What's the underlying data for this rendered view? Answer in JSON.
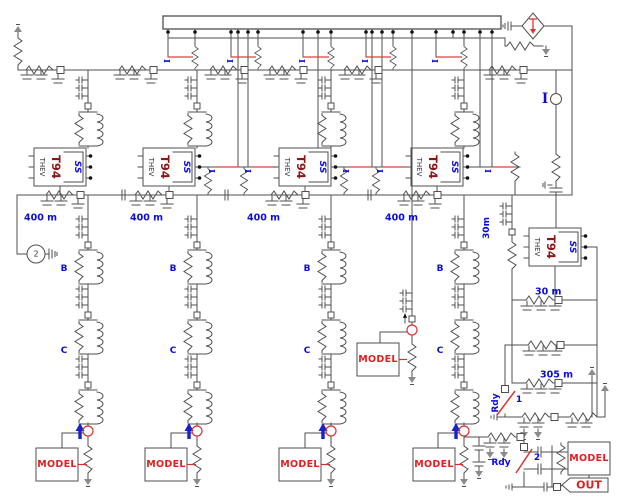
{
  "schematic": {
    "title_hint": "power-system transient circuit",
    "labels": {
      "current_probe": "I",
      "phase_b": "B",
      "phase_c": "C",
      "length_400": "400 m",
      "length_30_vertical": "30m",
      "length_30": "30 m",
      "length_305": "305 m",
      "model": "MODEL",
      "out": "OUT",
      "relay": "Rdy",
      "switch_1": "1",
      "switch_2": "2",
      "transformer": "T94",
      "thevenin": "THEV",
      "steady_state": "SS",
      "source_glyph": "2"
    },
    "colors": {
      "wire": "#4f4f4f",
      "label_blue": "#0b0bdd",
      "component_red": "#e02020",
      "transformer_maroon": "#8f1515",
      "probe_red_wire": "#dd4040"
    }
  }
}
